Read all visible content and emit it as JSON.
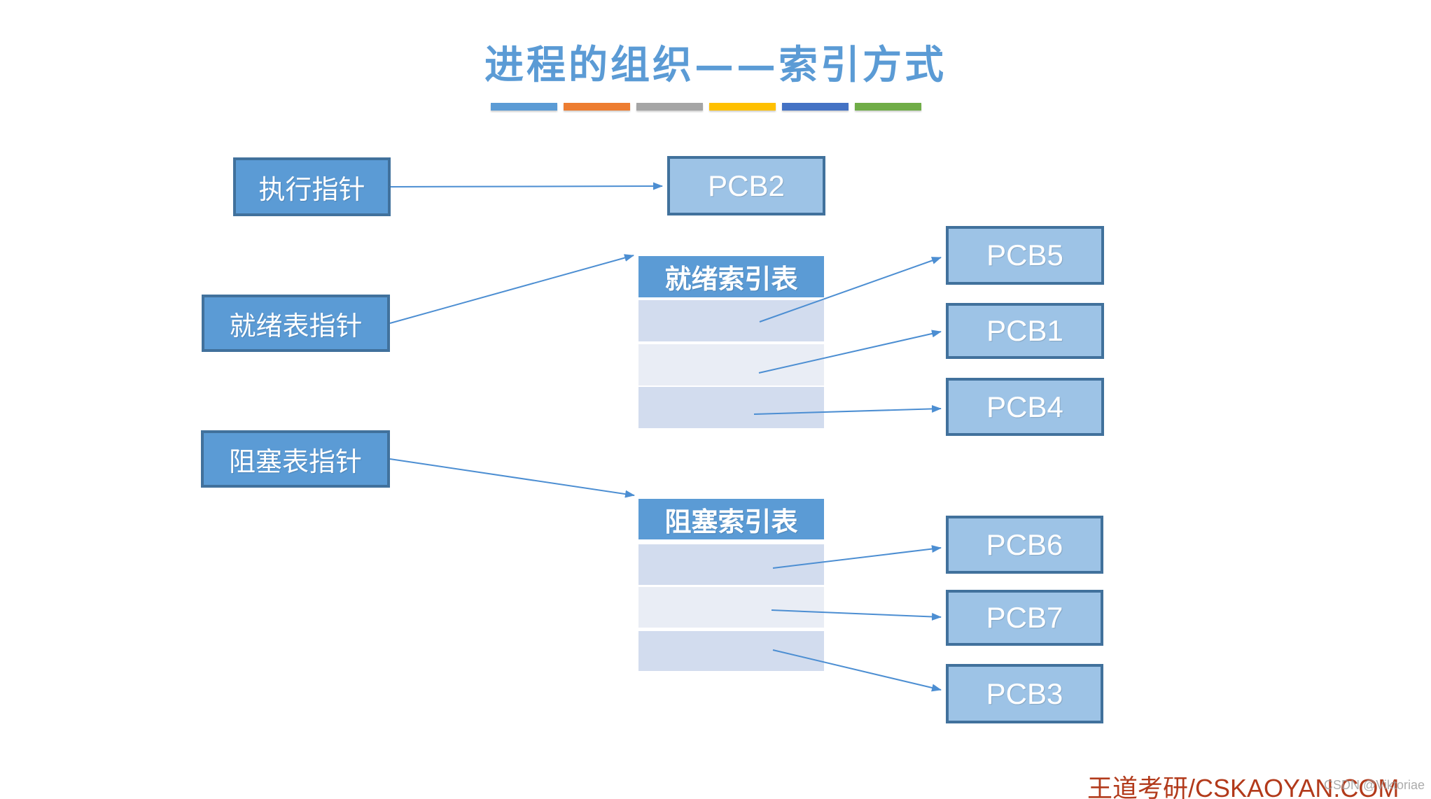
{
  "slide": {
    "title": "进程的组织——索引方式",
    "title_color": "#5B9BD5"
  },
  "decor_bars": [
    {
      "name": "bar-blue",
      "color": "#5B9BD5"
    },
    {
      "name": "bar-orange",
      "color": "#ED7D31"
    },
    {
      "name": "bar-gray",
      "color": "#A5A5A5"
    },
    {
      "name": "bar-gold",
      "color": "#FFC000"
    },
    {
      "name": "bar-dark-blue",
      "color": "#4472C4"
    },
    {
      "name": "bar-green",
      "color": "#70AD47"
    }
  ],
  "pointers": {
    "exec": {
      "label": "执行指针"
    },
    "ready": {
      "label": "就绪表指针"
    },
    "blocked": {
      "label": "阻塞表指针"
    }
  },
  "tables": {
    "ready": {
      "header": "就绪索引表",
      "row_count": 3
    },
    "blocked": {
      "header": "阻塞索引表",
      "row_count": 3
    }
  },
  "pcbs": {
    "pcb2": "PCB2",
    "pcb5": "PCB5",
    "pcb1": "PCB1",
    "pcb4": "PCB4",
    "pcb6": "PCB6",
    "pcb7": "PCB7",
    "pcb3": "PCB3"
  },
  "connections": [
    {
      "from": "exec-pointer",
      "to": "pcb2"
    },
    {
      "from": "ready-pointer",
      "to": "ready-index-table"
    },
    {
      "from": "blocked-pointer",
      "to": "blocked-index-table"
    },
    {
      "from": "ready-table-row-1",
      "to": "pcb5"
    },
    {
      "from": "ready-table-row-2",
      "to": "pcb1"
    },
    {
      "from": "ready-table-row-3",
      "to": "pcb4"
    },
    {
      "from": "blocked-table-row-1",
      "to": "pcb6"
    },
    {
      "from": "blocked-table-row-2",
      "to": "pcb7"
    },
    {
      "from": "blocked-table-row-3",
      "to": "pcb3"
    }
  ],
  "footer": {
    "brand_text": "王道考研/CSKAOYAN.COM",
    "brand_color": "#B23A1B",
    "watermark_text": "CSDN @Viktoriae",
    "watermark_color": "#9E9E9E"
  },
  "theme": {
    "background": "#FFFFFF",
    "shape_fill": "#5B9BD5",
    "shape_border": "#41719C",
    "pcb_fill": "#9DC3E6",
    "arrow_color": "#4C8ED2",
    "table_row_alt1": "#D2DCEE",
    "table_row_alt2": "#E9EDF5"
  }
}
